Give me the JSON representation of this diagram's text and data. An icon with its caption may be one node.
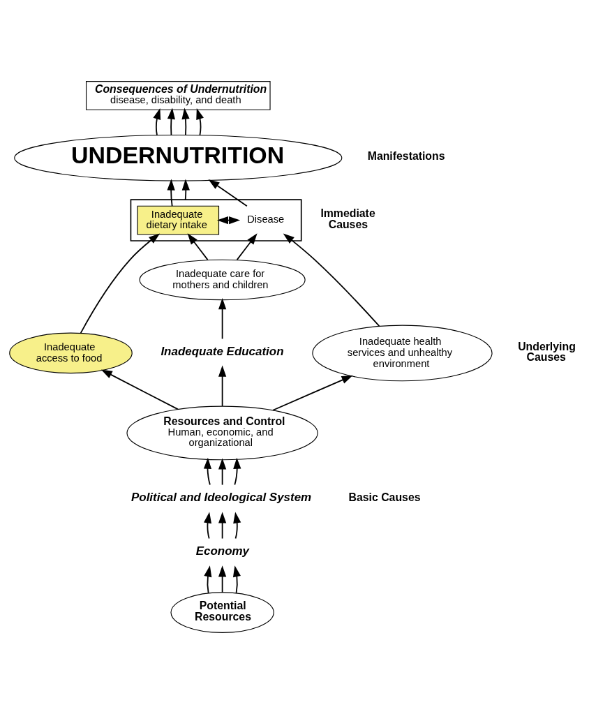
{
  "diagram": {
    "nodes": [
      {
        "text": [
          "Consequences of Undernutrition",
          "disease, disability, and death"
        ]
      },
      {
        "text": [
          "UNDERNUTRITION"
        ]
      },
      {
        "text": [],
        "shape": "box"
      },
      {
        "text": [
          "Inadequate dietary intake"
        ],
        "in": 2
      },
      {
        "text": [
          "Disease"
        ],
        "in": 2
      },
      {
        "text": [
          "Inadequate access to food"
        ]
      },
      {
        "text": [
          "Inadequate care for mothers and children"
        ]
      },
      {
        "text": [
          "Inadequate health services and unhealthy environment"
        ]
      },
      {
        "text": [
          "Inadequate Education"
        ]
      },
      {
        "text": [
          "Resources and Control",
          "Human, economic, and organizational"
        ]
      },
      {
        "text": [
          "Political and Ideological System"
        ]
      },
      {
        "text": [
          "Economy"
        ]
      },
      {
        "text": [
          "Potential Resources"
        ]
      }
    ],
    "edges": [
      {
        "from": 1,
        "to": 0,
        "arrow": "to"
      },
      {
        "from": 1,
        "to": 0,
        "arrow": "to"
      },
      {
        "from": 1,
        "to": 0,
        "arrow": "to"
      },
      {
        "from": 1,
        "to": 0,
        "arrow": "to"
      },
      {
        "from": 3,
        "to": 1,
        "arrow": "to"
      },
      {
        "from": 2,
        "to": 1,
        "arrow": "to"
      },
      {
        "from": 4,
        "to": 1,
        "arrow": "to"
      },
      {
        "from": 3,
        "to": 4,
        "arrow": "both"
      },
      {
        "from": 5,
        "to": 3,
        "arrow": "to"
      },
      {
        "from": 6,
        "to": 3,
        "arrow": "to"
      },
      {
        "from": 6,
        "to": 4,
        "arrow": "to"
      },
      {
        "from": 7,
        "to": 4,
        "arrow": "to"
      },
      {
        "from": 8,
        "to": 6,
        "arrow": "to"
      },
      {
        "from": 9,
        "to": 5,
        "arrow": "to"
      },
      {
        "from": 9,
        "to": 8,
        "arrow": "to"
      },
      {
        "from": 9,
        "to": 7,
        "arrow": "to"
      },
      {
        "from": 10,
        "to": 9,
        "arrow": "to"
      },
      {
        "from": 10,
        "to": 9,
        "arrow": "to"
      },
      {
        "from": 10,
        "to": 9,
        "arrow": "to"
      },
      {
        "from": 11,
        "to": 10,
        "arrow": "to"
      },
      {
        "from": 11,
        "to": 10,
        "arrow": "to"
      },
      {
        "from": 11,
        "to": 10,
        "arrow": "to"
      },
      {
        "from": 12,
        "to": 11,
        "arrow": "to"
      },
      {
        "from": 12,
        "to": 11,
        "arrow": "to"
      },
      {
        "from": 12,
        "to": 11,
        "arrow": "to"
      }
    ],
    "labels": [
      "Manifestations",
      "Immediate Causes",
      "Underlying Causes",
      "Basic Causes"
    ]
  }
}
